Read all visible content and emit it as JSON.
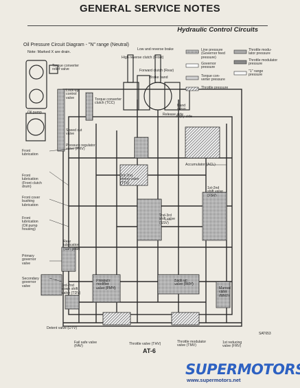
{
  "header": {
    "title": "GENERAL SERVICE NOTES",
    "section": "Hydraulic Control Circuits"
  },
  "diagram": {
    "title": "Oil Pressure Circuit Diagram - \"N\" range (Neutral)",
    "note": "Note: Marked X are drain."
  },
  "legend": {
    "items": [
      {
        "label": "Line pressure\n(Governor feed\npressure)",
        "pattern": "dense-hatch"
      },
      {
        "label": "Governor\npressure",
        "pattern": "light"
      },
      {
        "label": "Torque con-\nverter pressure",
        "pattern": "dotted"
      },
      {
        "label": "Throttle pressure",
        "pattern": "diagonal"
      },
      {
        "label": "Throttle modu-\nlator pressure",
        "pattern": "grey"
      },
      {
        "label": "Throttle modulator\npressure",
        "pattern": "solid-grey"
      },
      {
        "label": "\"1\" range\npressure",
        "pattern": "plain"
      }
    ]
  },
  "labels": {
    "low_reverse_brake": "Low and reverse brake",
    "high_reverse_clutch": "High reverse clutch (Front)",
    "forward_clutch": "Forward clutch (Rear)",
    "brake_band": "Brake band",
    "band_servo": "Band\nservo",
    "release_side": "Release side",
    "apply_side": "Apply side",
    "torque_converter_relief": "Torque converter\nrelief valve",
    "lockup_control": "Lock-up\ncontrol\nvalve",
    "oil_pump": "Oil pump",
    "torque_converter_clutch": "Torque converter\nclutch (TCC)",
    "speed_cut": "Speed cut\nvalve",
    "pressure_regulator": "Pressure regulator\nvalve (PRV)",
    "accumulator": "Accumulator (ACL)",
    "front_lub": "Front\nlubrication",
    "front_lub_clutch": "Front\nlubrication\n(Front clutch\ndrum)",
    "front_cover_bushing": "Front cover\nbushing\nlubrication",
    "front_lub_pump": "Front\nlubrication\n(Oil pump\nhousing)",
    "timing_valve": "3rd-2nd\ntiming valve\n(TTV)",
    "shift_12": "1st-2nd\nshift valve\n(FSV)",
    "shift_23": "2nd-3rd\nshift valve\n(SSV)",
    "rear_lub": "Rear\nlubrication\n(Sun gear)",
    "primary_governor": "Primary\ngovernor\nvalve",
    "secondary_governor": "Secondary\ngovernor\nvalve",
    "downshift_32": "3rd-2nd\ndown shift\nvalve (TDV)",
    "pressure_modifier": "Pressure\nmodifier\nvalve (PMV)",
    "backup_valve": "Back-up\nvalve (BUV)",
    "manual_valve": "Manual\nvalve\n(MNV)",
    "detent_valve": "Detent valve (DTV)",
    "failsafe_valve": "Fail safe valve\n(FAV)",
    "throttle_valve": "Throttle valve (THV)",
    "throttle_modulator_valve": "Throttle modulator\nvalve (TMV)",
    "reducing_valve": "1st reducing\nvalve (FRV)"
  },
  "footer": {
    "page_number": "AT-6",
    "code": "SAT653"
  },
  "watermark": {
    "brand": "SUPERMOTORS",
    "url": "www.supermotors.net"
  },
  "colors": {
    "ink": "#2a2a2a",
    "paper": "#eeebe3",
    "brand_blue": "#2d61c2"
  }
}
